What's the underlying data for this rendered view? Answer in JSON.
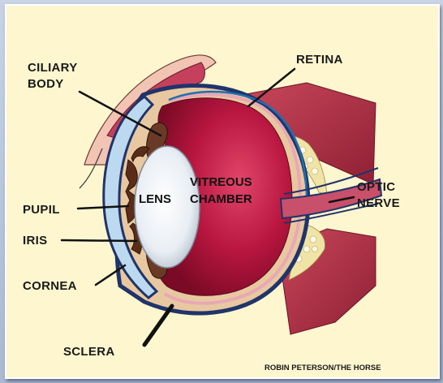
{
  "diagram": {
    "labels": {
      "ciliary_body_line1": "CILIARY",
      "ciliary_body_line2": "BODY",
      "retina": "RETINA",
      "vitreous_line1": "VITREOUS",
      "vitreous_line2": "CHAMBER",
      "lens": "LENS",
      "optic_nerve_line1": "OPTIC",
      "optic_nerve_line2": "NERVE",
      "pupil": "PUPIL",
      "iris": "IRIS",
      "cornea": "CORNEA",
      "sclera": "SCLERA"
    },
    "credit": "ROBIN PETERSON/THE HORSE"
  }
}
